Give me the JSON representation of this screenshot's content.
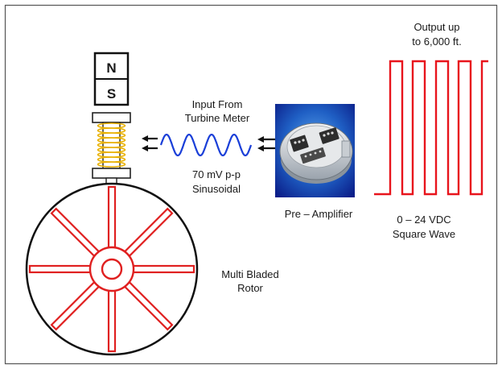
{
  "magnet": {
    "north_label": "N",
    "south_label": "S"
  },
  "input_label": {
    "line1": "Input From",
    "line2": "Turbine Meter"
  },
  "signal_label": {
    "line1": "70 mV p-p",
    "line2": "Sinusoidal"
  },
  "preamp_label": "Pre – Amplifier",
  "output_label": {
    "line1": "Output up",
    "line2": "to 6,000 ft."
  },
  "square_wave_label": {
    "line1": "0 – 24 VDC",
    "line2": "Square Wave"
  },
  "rotor_label": {
    "line1": "Multi Bladed",
    "line2": "Rotor"
  },
  "colors": {
    "frame": "#555555",
    "rotor_red": "#e02020",
    "sine_blue": "#1a3fd8",
    "coil_gold": "#e8b000",
    "square_red": "#e8141c",
    "preamp_blue_dark": "#0b1f8a",
    "preamp_blue_light": "#2e7bd6"
  },
  "icons": [
    "magnet-icon",
    "pickup-coil-icon",
    "pre-amplifier-image",
    "arrow-icon"
  ]
}
